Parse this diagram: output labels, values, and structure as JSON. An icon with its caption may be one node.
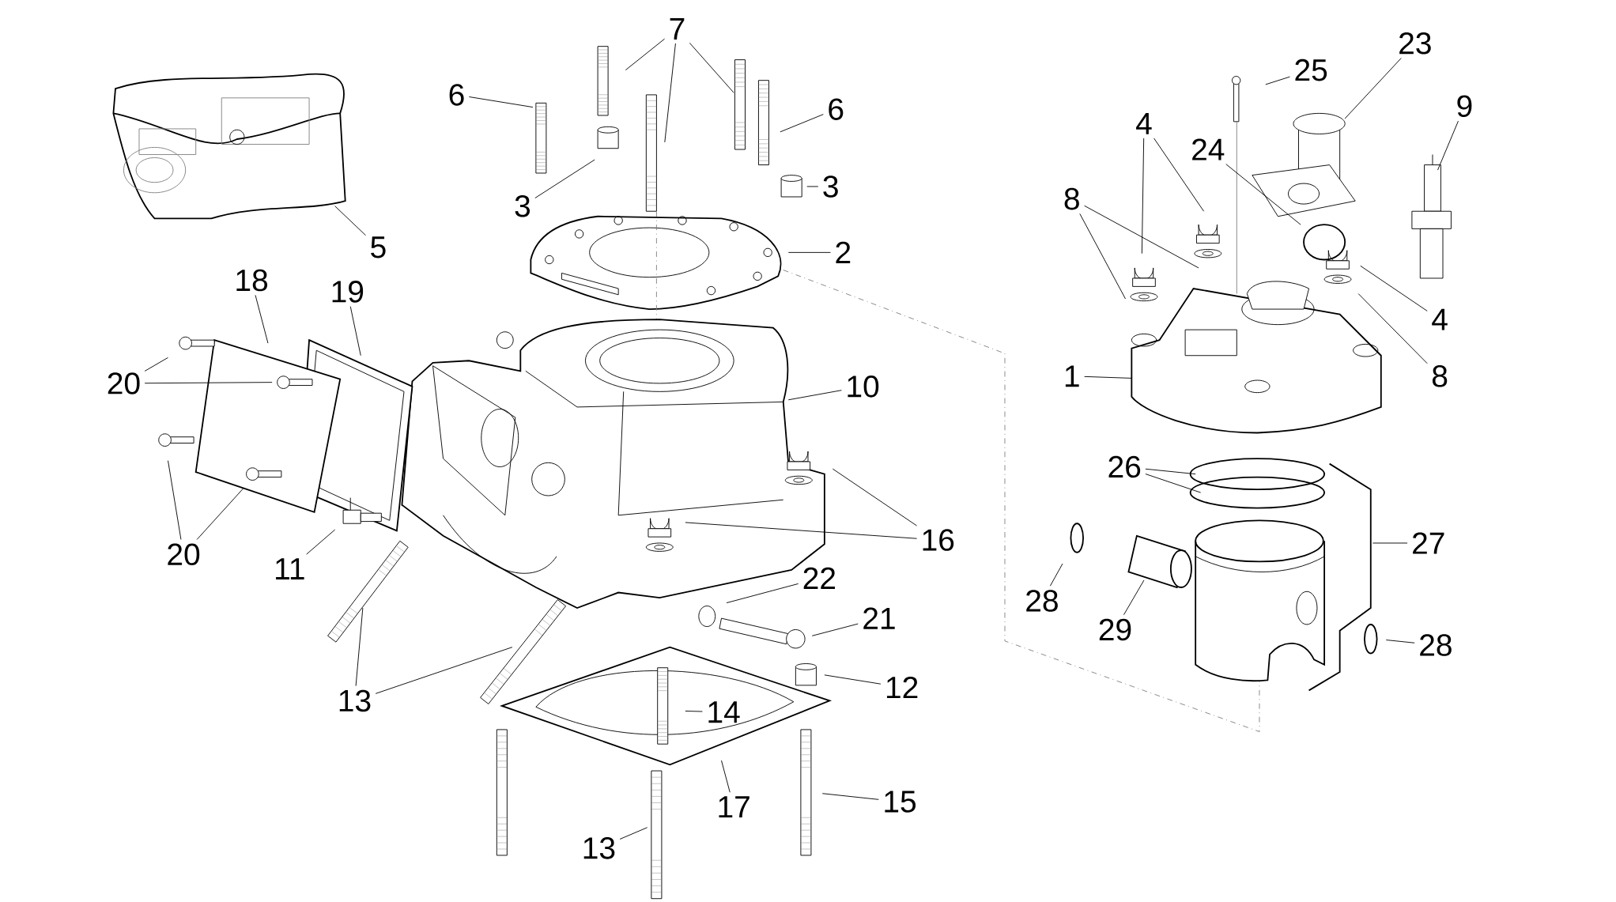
{
  "diagram": {
    "nodes": [
      {
        "text": [
          "7"
        ]
      },
      {
        "text": [
          "6"
        ]
      },
      {
        "text": [
          "6"
        ]
      },
      {
        "text": [
          "3"
        ]
      },
      {
        "text": [
          "3"
        ]
      },
      {
        "text": [
          "5"
        ]
      },
      {
        "text": [
          "2"
        ]
      },
      {
        "text": [
          "18"
        ]
      },
      {
        "text": [
          "19"
        ]
      },
      {
        "text": [
          "20"
        ]
      },
      {
        "text": [
          "20"
        ]
      },
      {
        "text": [
          "11"
        ]
      },
      {
        "text": [
          "10"
        ]
      },
      {
        "text": [
          "16"
        ]
      },
      {
        "text": [
          "22"
        ]
      },
      {
        "text": [
          "21"
        ]
      },
      {
        "text": [
          "12"
        ]
      },
      {
        "text": [
          "13"
        ]
      },
      {
        "text": [
          "14"
        ]
      },
      {
        "text": [
          "17"
        ]
      },
      {
        "text": [
          "15"
        ]
      },
      {
        "text": [
          "13"
        ]
      },
      {
        "text": [
          "25"
        ]
      },
      {
        "text": [
          "23"
        ]
      },
      {
        "text": [
          "9"
        ]
      },
      {
        "text": [
          "4"
        ]
      },
      {
        "text": [
          "24"
        ]
      },
      {
        "text": [
          "8"
        ]
      },
      {
        "text": [
          "4"
        ]
      },
      {
        "text": [
          "8"
        ]
      },
      {
        "text": [
          "1"
        ]
      },
      {
        "text": [
          "26"
        ]
      },
      {
        "text": [
          "27"
        ]
      },
      {
        "text": [
          "28"
        ]
      },
      {
        "text": [
          "29"
        ]
      },
      {
        "text": [
          "28"
        ]
      }
    ],
    "edges": [
      {
        "from": 0,
        "to": null,
        "arrow": "none"
      },
      {
        "from": 0,
        "to": null,
        "arrow": "none"
      },
      {
        "from": 0,
        "to": null,
        "arrow": "none"
      },
      {
        "from": 1,
        "to": null,
        "arrow": "none"
      },
      {
        "from": 2,
        "to": null,
        "arrow": "none"
      },
      {
        "from": 3,
        "to": null,
        "arrow": "none"
      },
      {
        "from": 4,
        "to": null,
        "arrow": "none"
      },
      {
        "from": 5,
        "to": null,
        "arrow": "none"
      },
      {
        "from": 6,
        "to": null,
        "arrow": "none"
      },
      {
        "from": 7,
        "to": null,
        "arrow": "none"
      },
      {
        "from": 8,
        "to": null,
        "arrow": "none"
      },
      {
        "from": 9,
        "to": null,
        "arrow": "none"
      },
      {
        "from": 9,
        "to": null,
        "arrow": "none"
      },
      {
        "from": 10,
        "to": null,
        "arrow": "none"
      },
      {
        "from": 10,
        "to": null,
        "arrow": "none"
      },
      {
        "from": 11,
        "to": null,
        "arrow": "none"
      },
      {
        "from": 12,
        "to": null,
        "arrow": "none"
      },
      {
        "from": 13,
        "to": null,
        "arrow": "none"
      },
      {
        "from": 13,
        "to": null,
        "arrow": "none"
      },
      {
        "from": 14,
        "to": null,
        "arrow": "none"
      },
      {
        "from": 15,
        "to": null,
        "arrow": "none"
      },
      {
        "from": 16,
        "to": null,
        "arrow": "none"
      },
      {
        "from": 17,
        "to": null,
        "arrow": "none"
      },
      {
        "from": 17,
        "to": null,
        "arrow": "none"
      },
      {
        "from": 18,
        "to": null,
        "arrow": "none"
      },
      {
        "from": 19,
        "to": null,
        "arrow": "none"
      },
      {
        "from": 20,
        "to": null,
        "arrow": "none"
      },
      {
        "from": 21,
        "to": null,
        "arrow": "none"
      },
      {
        "from": 22,
        "to": null,
        "arrow": "none"
      },
      {
        "from": 23,
        "to": null,
        "arrow": "none"
      },
      {
        "from": 24,
        "to": null,
        "arrow": "none"
      },
      {
        "from": 25,
        "to": null,
        "arrow": "none"
      },
      {
        "from": 25,
        "to": null,
        "arrow": "none"
      },
      {
        "from": 26,
        "to": null,
        "arrow": "none"
      },
      {
        "from": 27,
        "to": null,
        "arrow": "none"
      },
      {
        "from": 27,
        "to": null,
        "arrow": "none"
      },
      {
        "from": 28,
        "to": null,
        "arrow": "none"
      },
      {
        "from": 29,
        "to": null,
        "arrow": "none"
      },
      {
        "from": 30,
        "to": null,
        "arrow": "none"
      },
      {
        "from": 31,
        "to": null,
        "arrow": "none"
      },
      {
        "from": 31,
        "to": null,
        "arrow": "none"
      },
      {
        "from": 32,
        "to": null,
        "arrow": "none"
      },
      {
        "from": 33,
        "to": null,
        "arrow": "none"
      },
      {
        "from": 34,
        "to": null,
        "arrow": "none"
      },
      {
        "from": 35,
        "to": null,
        "arrow": "none"
      }
    ]
  }
}
